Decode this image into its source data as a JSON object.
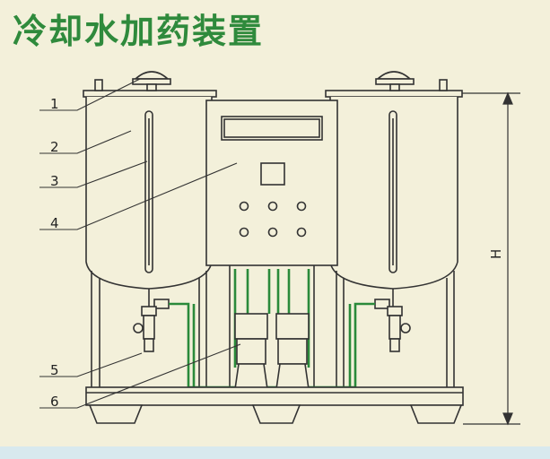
{
  "title": "冷却水加药装置",
  "labels": {
    "n1": "1",
    "n2": "2",
    "n3": "3",
    "n4": "4",
    "n5": "5",
    "n6": "6",
    "height": "H"
  },
  "colors": {
    "background": "#f3f0da",
    "title": "#2f8a3c",
    "pipe": "#2a8a3a",
    "line": "#333333",
    "strip": "#d8e9ee"
  }
}
